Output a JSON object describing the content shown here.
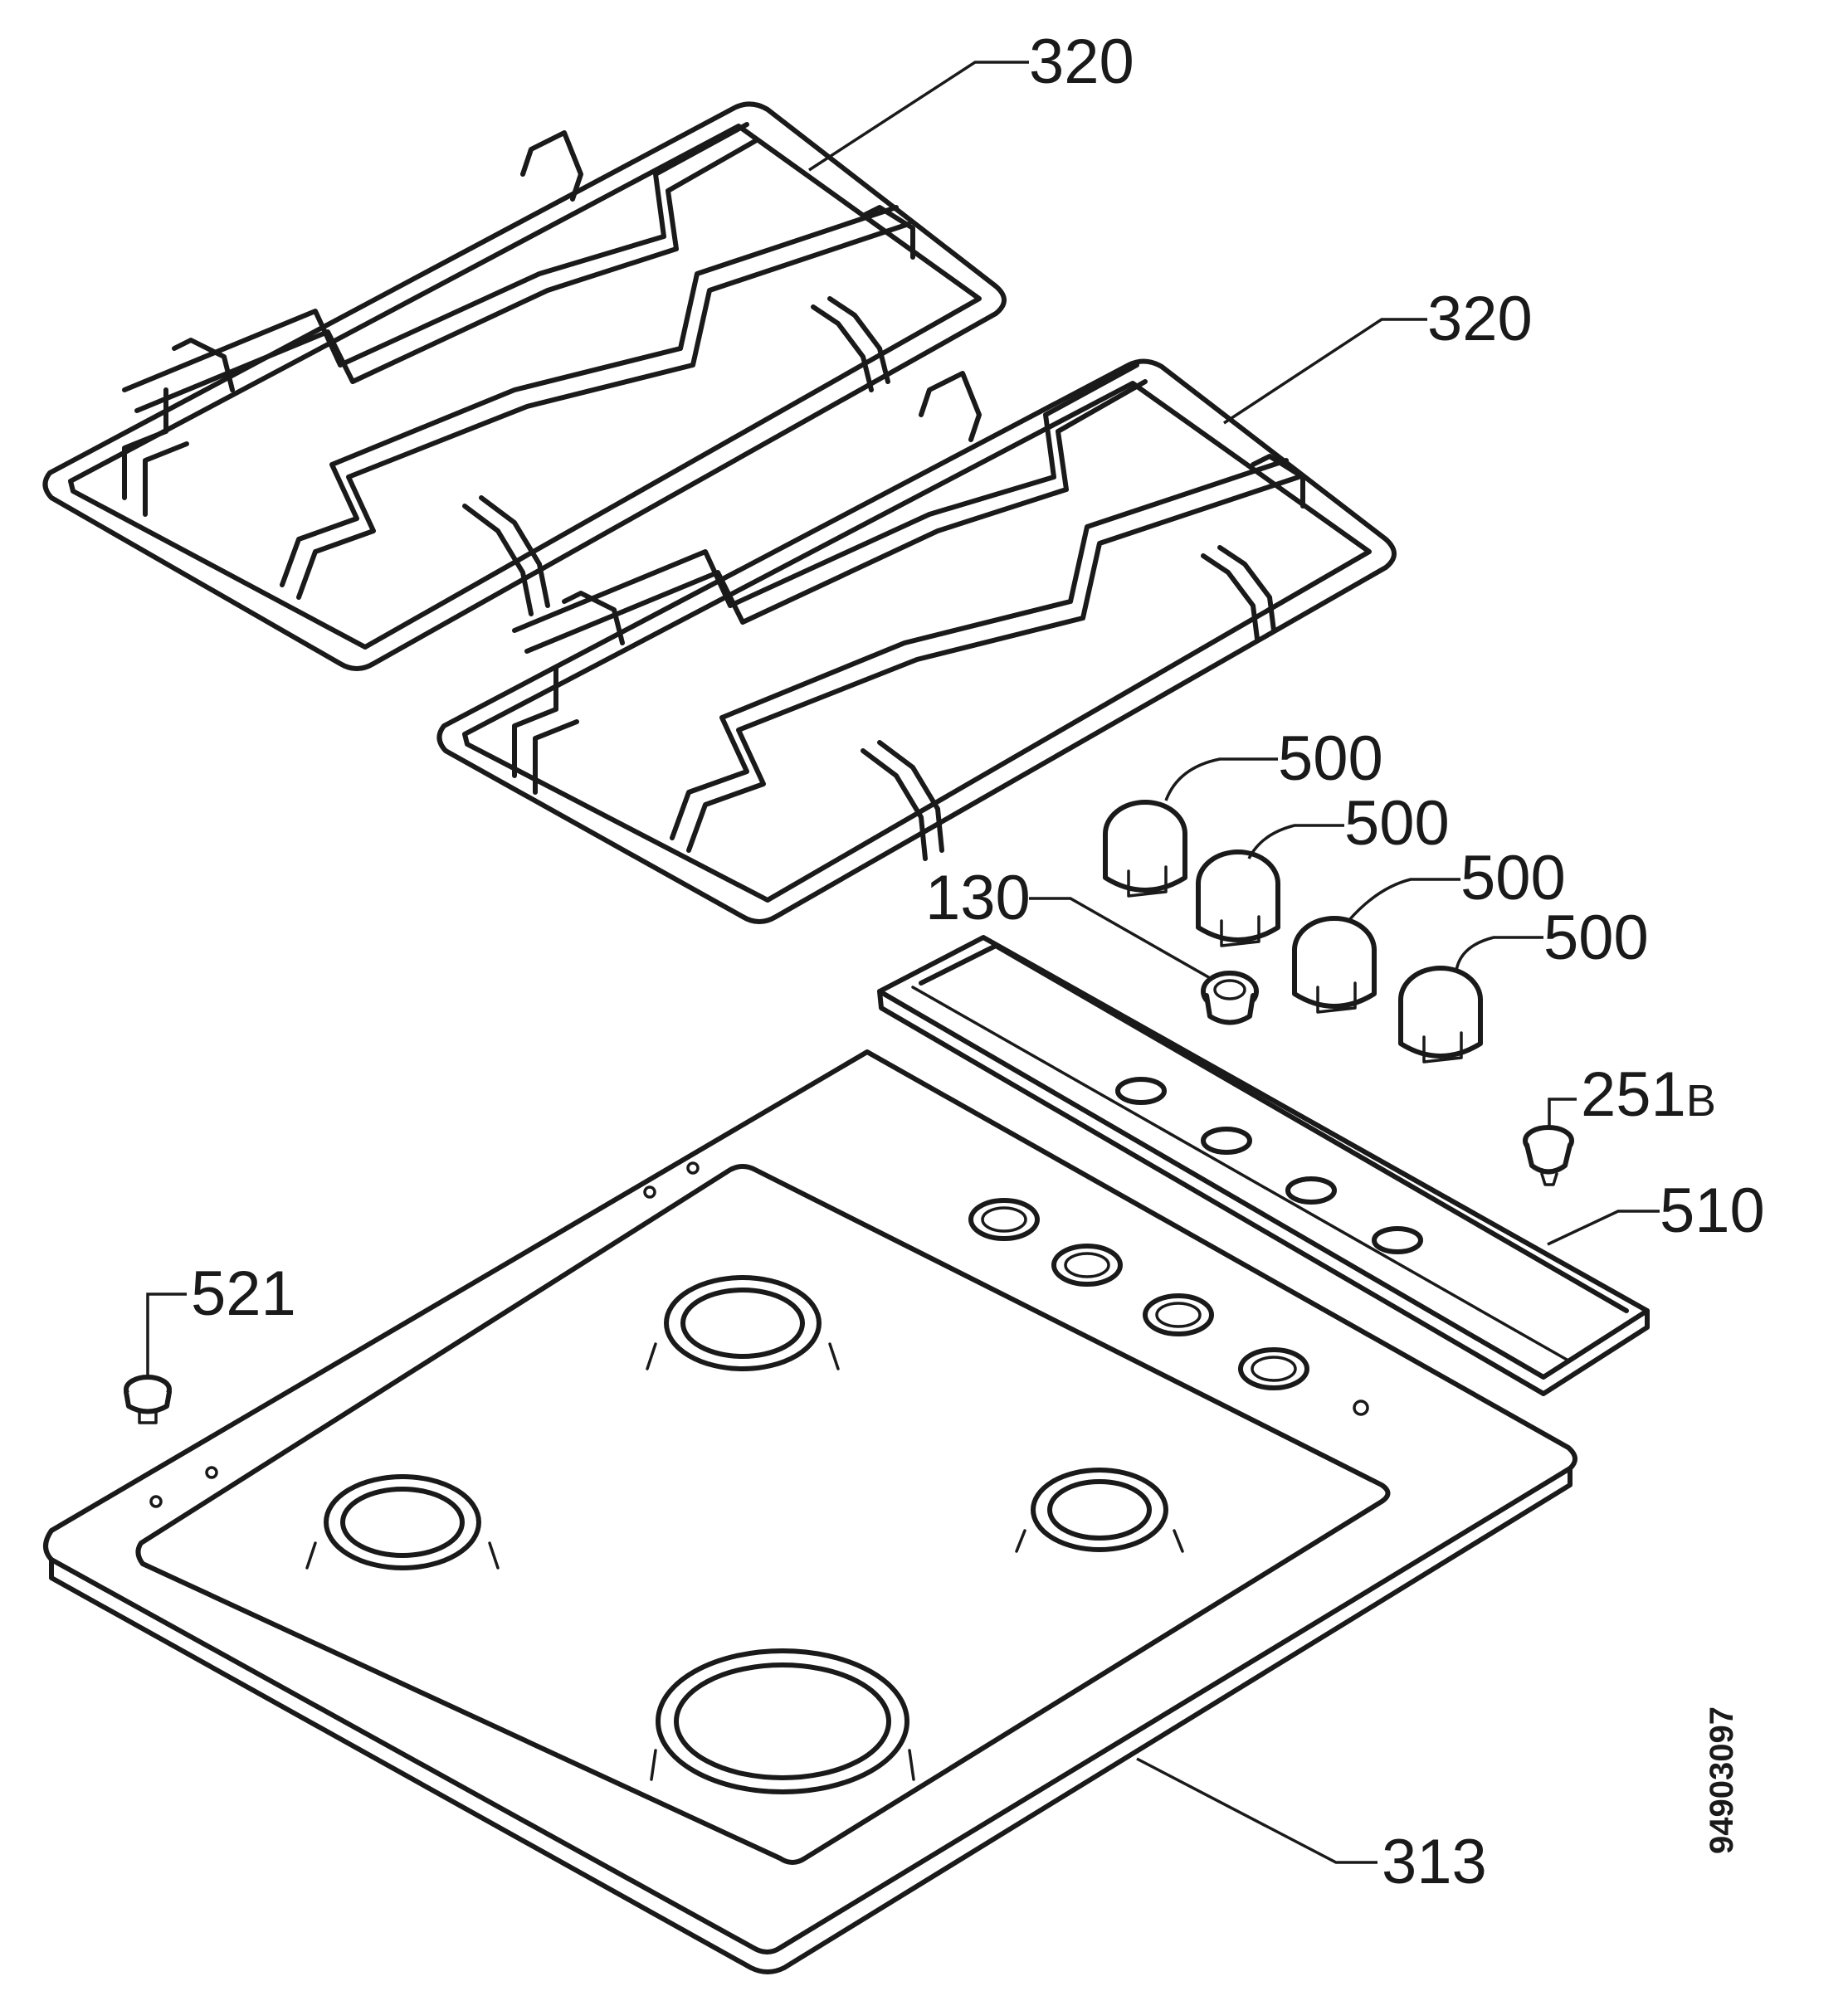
{
  "labels": {
    "grate_top": "320",
    "grate_middle": "320",
    "knob_1": "500",
    "knob_2": "500",
    "knob_3": "500",
    "knob_4": "500",
    "ignition_button": "130",
    "control_panel_trim": "510",
    "screw_number": "251",
    "screw_suffix": "B",
    "foot": "521",
    "hob_top": "313"
  },
  "document_number": "94903097"
}
